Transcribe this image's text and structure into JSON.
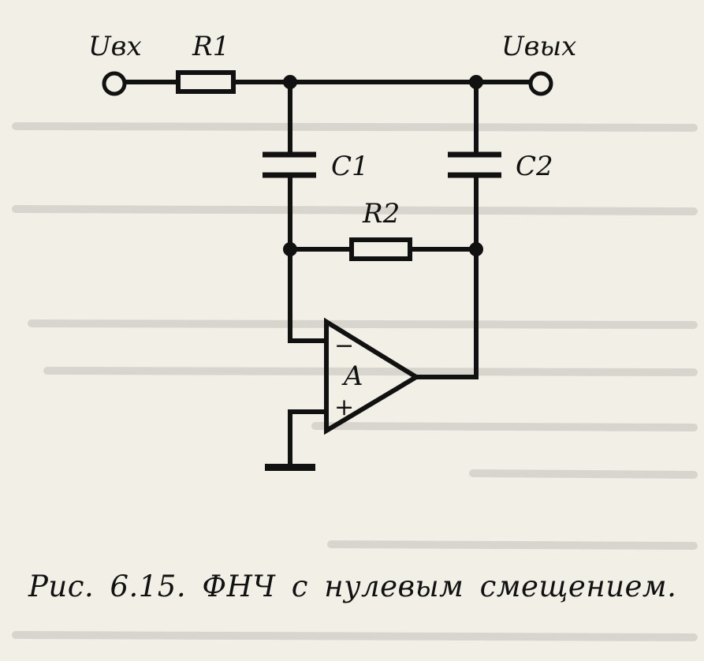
{
  "labels": {
    "input": "Uвх",
    "output": "Uвых",
    "r1": "R1",
    "r2": "R2",
    "c1": "C1",
    "c2": "C2",
    "opamp": "A",
    "minus": "−",
    "plus": "+"
  },
  "caption": "Рис. 6.15. ФНЧ с нулевым смещением.",
  "colors": {
    "ink": "#111111",
    "paper": "#f1efe6"
  }
}
